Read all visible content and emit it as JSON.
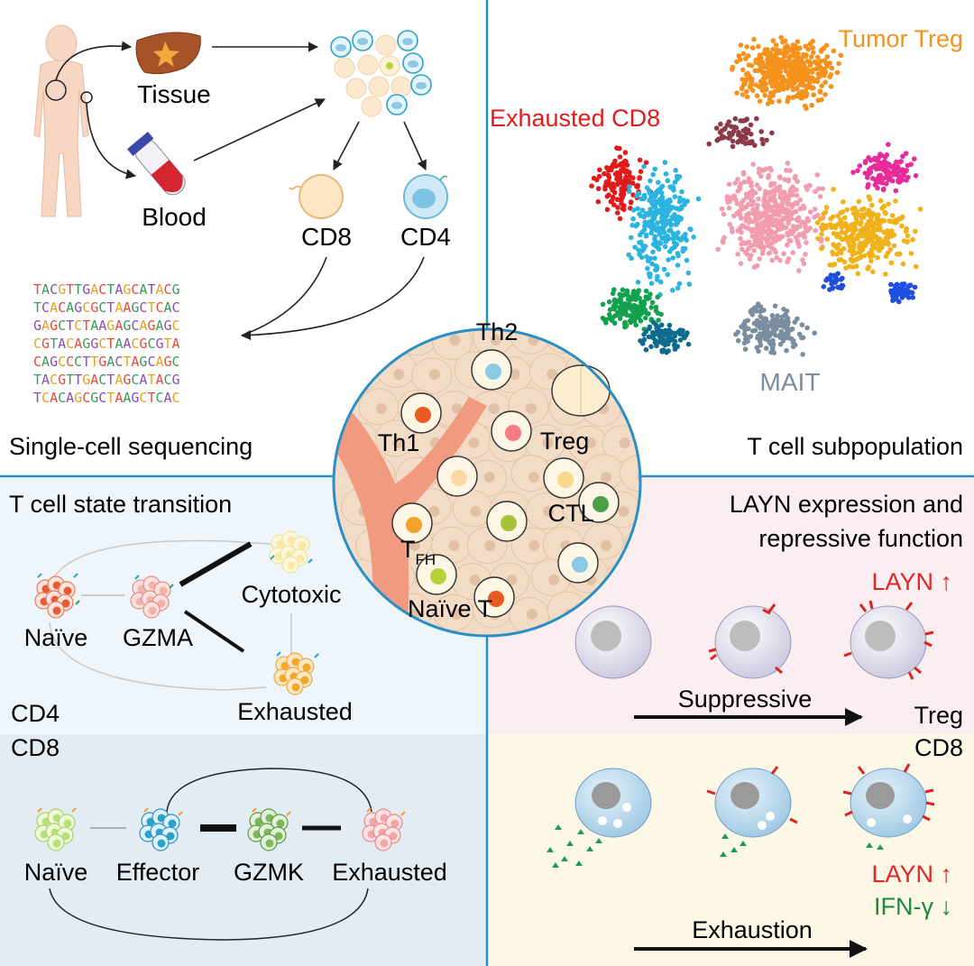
{
  "panels": {
    "sequencing": {
      "title": "Single-cell sequencing",
      "tissue": "Tissue",
      "blood": "Blood",
      "cd8": "CD8",
      "cd4": "CD4",
      "dna": [
        "TACGTTGACTAGCATACG",
        "TCACAGCGCTAAGCTCAC",
        "GAGCTCTAAGAGCAGAGC",
        "CGTACAGGCTAACGCGTA",
        "CAGCCCTTGACTAGCAGC",
        "TACGTTGACTAGCATACG",
        "TCACAGCGCTAAGCTCAC"
      ]
    },
    "subpopulation": {
      "title": "T cell subpopulation",
      "tumor_treg": "Tumor Treg",
      "exhausted_cd8": "Exhausted CD8",
      "mait": "MAIT"
    },
    "transition": {
      "title": "T cell state transition",
      "cd4_label": "CD4",
      "cd8_label": "CD8",
      "cd4_states": {
        "naive": "Naïve",
        "gzma": "GZMA",
        "cytotoxic": "Cytotoxic",
        "exhausted": "Exhausted"
      },
      "cd8_states": {
        "naive": "Naïve",
        "effector": "Effector",
        "gzmk": "GZMK",
        "exhausted": "Exhausted"
      }
    },
    "layn": {
      "title_line1": "LAYN expression and",
      "title_line2": "repressive function",
      "layn_up_top": "LAYN ↑",
      "suppressive": "Suppressive",
      "treg": "Treg",
      "cd8": "CD8",
      "layn_up_bottom": "LAYN ↑",
      "ifng_down": "IFN-γ ↓",
      "exhaustion": "Exhaustion"
    }
  },
  "center": {
    "th2": "Th2",
    "th1": "Th1",
    "treg": "Treg",
    "ctl": "CTL",
    "tfh_main": "T",
    "tfh_sub": "FH",
    "naive_t": "Naïve T"
  },
  "colors": {
    "divider": "#2a8fc4",
    "dna": [
      "#e84a3a",
      "#3a9a5a",
      "#8a4fb0",
      "#e8a020"
    ],
    "treg_cluster": "#f5921e",
    "exhausted_cd8": "#e01b1b",
    "mait_cluster": "#7a8ea0",
    "layn_red": "#e0262a",
    "ifng_green": "#1e8a3e"
  }
}
